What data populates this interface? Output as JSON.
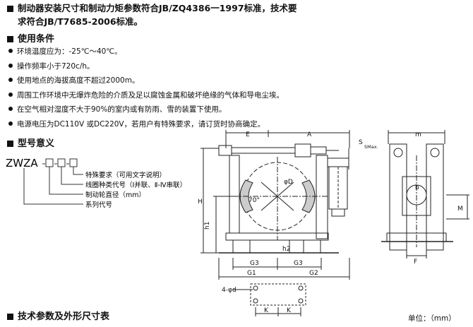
{
  "intro": {
    "line1": "制动器安装尺寸和制动力矩参数符合JB/ZQ4386一1997标准，技术要",
    "line2": "求符合JB/T7685-2006标准。"
  },
  "conditions": {
    "heading": "使用条件",
    "items": [
      "环境温度应为：-25℃～40℃。",
      "操作频率小于720c/h。",
      "使用地点的海拔高度不超过2000m。",
      "周围工作环境中无爆炸危险的介质及足以腐蚀金属和破坏绝缘的气体和导电尘埃。",
      "在空气相对湿度不大于90%的室内或有防雨、雪的装置下使用。",
      "电源电压为DC110V 或DC220V，若用户有特殊要求，请订货时协商确定。"
    ]
  },
  "model": {
    "heading": "型号意义",
    "code": "ZWZA",
    "labels": [
      "特殊要求（可用文字说明）",
      "线圈种类代号（Ⅰ并联、Ⅱ-Ⅳ串联）",
      "制动轮直径（mm）",
      "系列代号"
    ]
  },
  "drawing": {
    "dims": {
      "E": "E",
      "A": "A",
      "m": "m",
      "S": "S",
      "Smax": "SMax.",
      "H": "H",
      "h1": "h1",
      "h2": "h2",
      "phiD": "φD",
      "angle": "70°",
      "G3a": "G3",
      "G3b": "G3",
      "G1": "G1",
      "G2": "G2",
      "b": "b",
      "M": "M",
      "F": "F",
      "d4": "4-φd",
      "K1": "K",
      "K2": "K"
    }
  },
  "footer": {
    "heading": "技术参数及外形尺寸表",
    "unit": "单位：（mm）"
  }
}
